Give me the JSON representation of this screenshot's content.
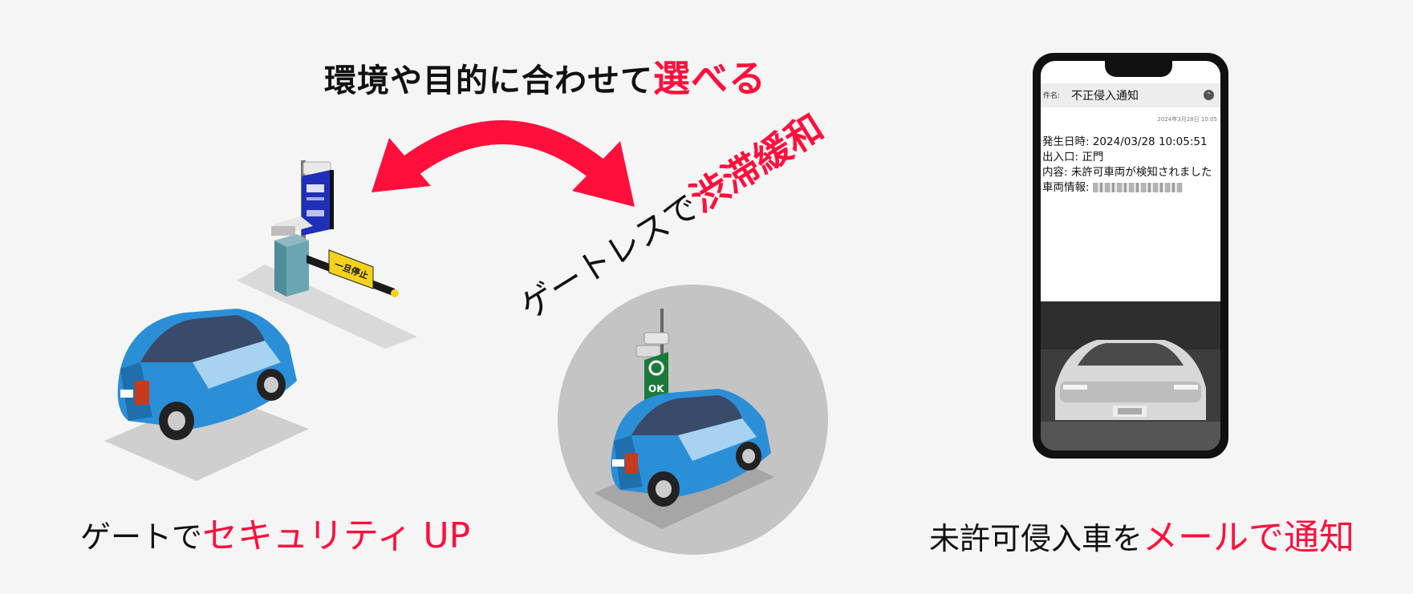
{
  "top_heading": {
    "text": "環境や目的に合わせて",
    "highlight": "選べる"
  },
  "gateless_heading": {
    "text": "ゲートレスで",
    "highlight": "渋滞緩和"
  },
  "left_caption": {
    "text": "ゲートで",
    "highlight": "セキュリティ UP"
  },
  "right_caption": {
    "text": "未許可侵入車を",
    "highlight": "メールで通知"
  },
  "barrier_sign": {
    "text": "一旦停止"
  },
  "ok_sign": {
    "text": "OK"
  },
  "phone_mail": {
    "subject_label": "件名:",
    "subject": "不正侵入通知",
    "date": "2024年3月28日 10:05",
    "lines": [
      "発生日時: 2024/03/28 10:05:51",
      "出入口: 正門",
      "内容: 未許可車両が検知されました",
      "車両情報:"
    ]
  },
  "colors": {
    "accent": "#ff0f3c",
    "car_blue": "#2b8fd8",
    "background": "#f5f5f5"
  },
  "icons": [
    "double-arrow-icon",
    "gate-barrier-icon",
    "parking-sign-icon",
    "car-icon",
    "camera-icon",
    "collapse-icon"
  ]
}
